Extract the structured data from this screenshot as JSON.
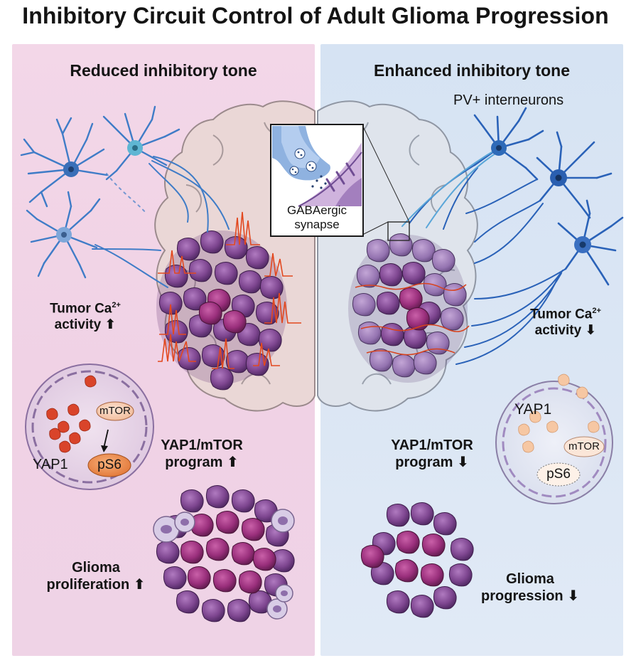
{
  "title": "Inhibitory Circuit Control of Adult Glioma Progression",
  "left": {
    "heading": "Reduced inhibitory tone",
    "ca_line1": "Tumor Ca",
    "ca_sup": "2+",
    "ca_line2": "activity",
    "nucleus": {
      "yap": "YAP1",
      "mtor": "mTOR",
      "ps6": "pS6"
    },
    "program_line1": "YAP1/mTOR",
    "program_line2": "program",
    "outcome_line1": "Glioma",
    "outcome_line2": "proliferation"
  },
  "right": {
    "heading": "Enhanced inhibitory tone",
    "pv_label": "PV+ interneurons",
    "synapse_line1": "GABAergic",
    "synapse_line2": "synapse",
    "ca_line1": "Tumor Ca",
    "ca_sup": "2+",
    "ca_line2": "activity",
    "nucleus": {
      "yap": "YAP1",
      "mtor": "mTOR",
      "ps6": "pS6"
    },
    "program_line1": "YAP1/mTOR",
    "program_line2": "program",
    "outcome_line1": "Glioma",
    "outcome_line2": "progression"
  },
  "icons": {
    "up": "up-arrow-icon",
    "down": "down-arrow-icon"
  },
  "colors": {
    "left_panel": "#f1d4e7",
    "right_panel": "#d9e5f4",
    "tumor_purple": "#7a3f86",
    "tumor_magenta": "#a63a86",
    "neuron_blue": "#3f7cc7",
    "pv_blue": "#2a62b8",
    "calcium_trace": "#e2481f",
    "yap_red": "#d9442a",
    "ps6_orange": "#ee8a4a"
  }
}
